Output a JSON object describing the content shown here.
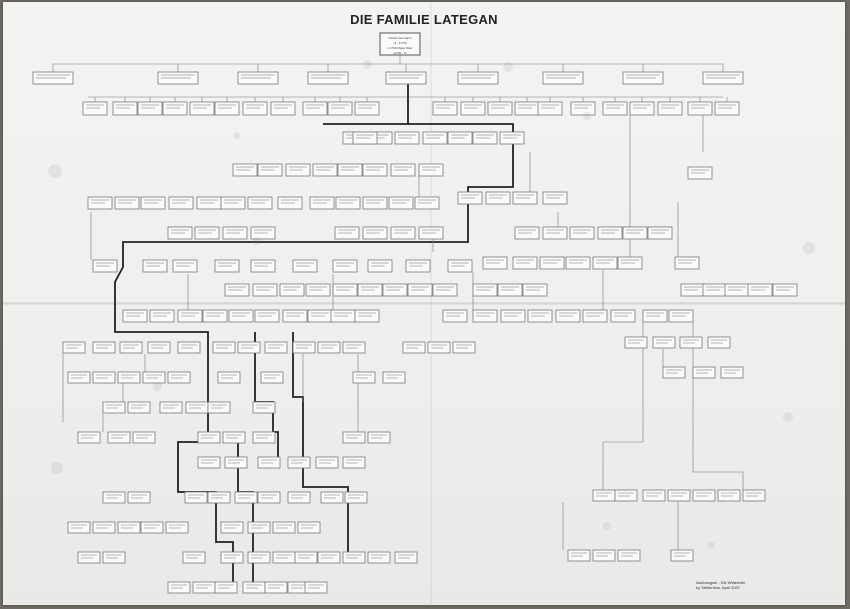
{
  "title": "DIE FAMILIE LATEGAN",
  "root": {
    "lines": [
      "Johann Hermann",
      "(1 - 1776)",
      "x 1740 Maria Otter",
      "(1720 - ?)"
    ]
  },
  "credit": {
    "lines": [
      "Aanhangsel - Die Wittebolle",
      "by Stellenbos, April 2007"
    ]
  },
  "colors": {
    "paper": "#f1f1ef",
    "ink": "#222222",
    "box_border": "#777777",
    "background": "#6f6a63"
  }
}
